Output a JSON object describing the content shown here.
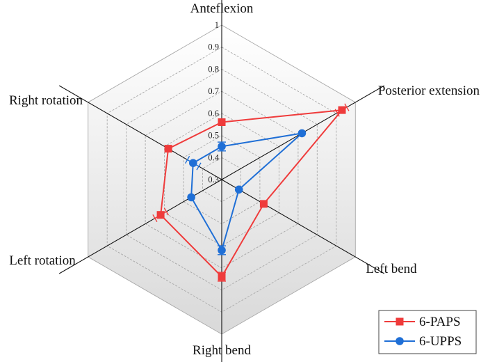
{
  "chart_data": {
    "type": "radar",
    "axes": [
      "Anteflexion",
      "Posterior extension",
      "Left bend",
      "Right bend",
      "Left rotation",
      "Right rotation"
    ],
    "rlim": [
      0.3,
      1.0
    ],
    "ticks": [
      "0.3",
      "0.4",
      "0.5",
      "0.6",
      "0.7",
      "0.8",
      "0.9",
      "1"
    ],
    "tick_values": [
      0.3,
      0.4,
      0.5,
      0.6,
      0.7,
      0.8,
      0.9,
      1.0
    ],
    "grid": true,
    "legend_position": "bottom-right",
    "series": [
      {
        "name": "6-PAPS",
        "color": "#ef3b3b",
        "marker": "square",
        "values": [
          0.56,
          0.93,
          0.52,
          0.74,
          0.62,
          0.58
        ],
        "errors": [
          0.0,
          0.025,
          0.0,
          0.02,
          0.03,
          0.0
        ]
      },
      {
        "name": "6-UPPS",
        "color": "#1f6fd6",
        "marker": "circle",
        "values": [
          0.45,
          0.72,
          0.39,
          0.62,
          0.46,
          0.45
        ],
        "errors": [
          0.02,
          0.0,
          0.0,
          0.02,
          0.0,
          0.03
        ]
      }
    ]
  }
}
